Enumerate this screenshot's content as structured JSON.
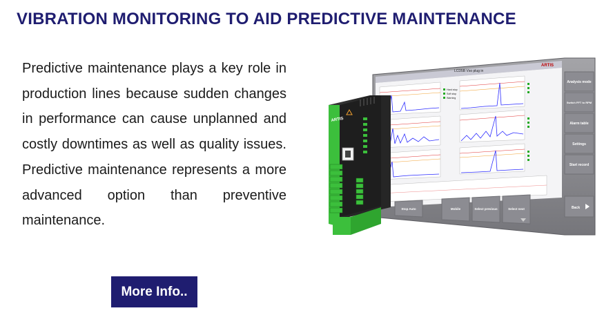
{
  "header": {
    "title": "VIBRATION MONITORING TO AID PREDICTIVE MAINTENANCE"
  },
  "content": {
    "paragraph": "Predictive maintenance plays a key role in production lines because sudden changes in performance can cause unplanned and costly downtimes as well as quality issues. Predictive maintenance represents a more advanced option than preventive maintenance."
  },
  "cta": {
    "label": "More Info.."
  },
  "product_image": {
    "screen": {
      "title_bar": "LCD5B Vso plug in",
      "brand": "ARTIS",
      "side_buttons": [
        "Analysis mode",
        "Switch FFT to RPM",
        "Alarm table",
        "Settings",
        "Start record",
        "Back"
      ],
      "bottom_buttons": [
        "Stop Auto",
        "Mobile",
        "Select previous",
        "Select next"
      ],
      "status_labels": [
        "Hard stop",
        "Soft stop",
        "Warning"
      ]
    },
    "device": {
      "brand": "ARTIS"
    }
  },
  "colors": {
    "brand_navy": "#1f1d70",
    "device_green": "#3cbf3c",
    "device_body": "#1e1e1e",
    "screen_frame": "#8a8a8e",
    "plot_blue": "#2a2aff",
    "plot_red": "#e03030",
    "plot_orange": "#f0a030"
  }
}
